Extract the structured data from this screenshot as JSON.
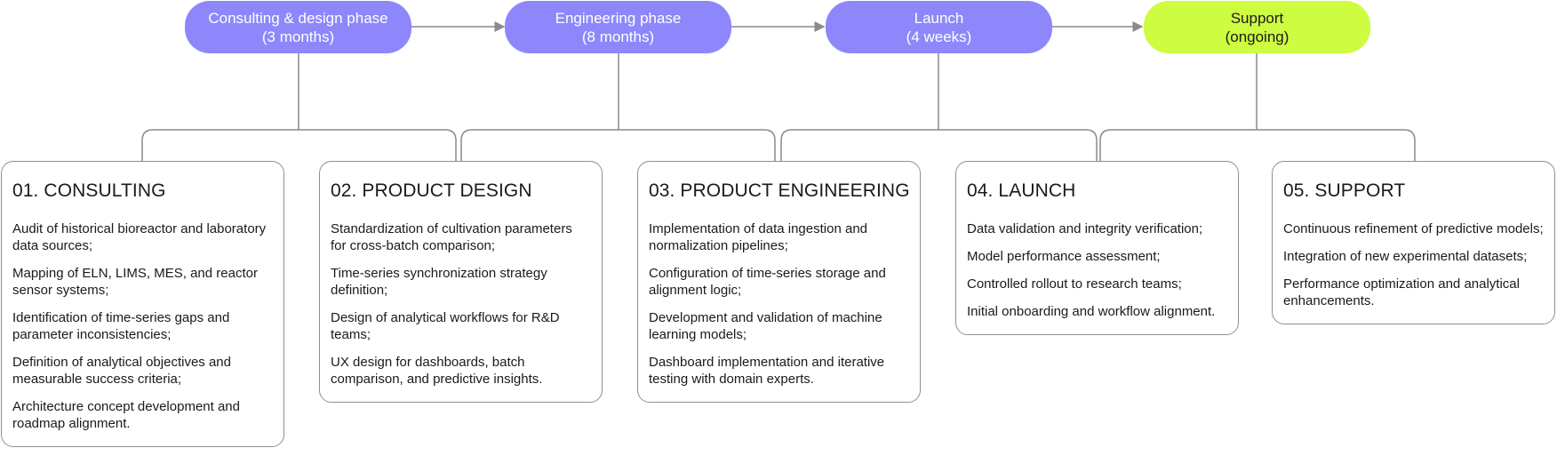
{
  "phases": [
    {
      "name": "Consulting & design phase",
      "duration": "(3 months)",
      "color": "#8d87fb"
    },
    {
      "name": "Engineering phase",
      "duration": "(8 months)",
      "color": "#8d87fb"
    },
    {
      "name": "Launch",
      "duration": "(4 weeks)",
      "color": "#8d87fb"
    },
    {
      "name": "Support",
      "duration": "(ongoing)",
      "color": "#cdfc41"
    }
  ],
  "cards": [
    {
      "title": "01. CONSULTING",
      "items": [
        "Audit of historical bioreactor and laboratory data sources;",
        "Mapping of ELN, LIMS, MES, and reactor sensor systems;",
        "Identification of time-series gaps and parameter inconsistencies;",
        "Definition of analytical objectives and measurable success criteria;",
        "Architecture concept development and roadmap alignment."
      ]
    },
    {
      "title": "02. PRODUCT DESIGN",
      "items": [
        "Standardization of cultivation parameters for cross-batch comparison;",
        "Time-series synchronization strategy definition;",
        "Design of analytical workflows for R&D teams;",
        "UX design for dashboards, batch comparison, and predictive insights."
      ]
    },
    {
      "title": "03. PRODUCT ENGINEERING",
      "items": [
        "Implementation of data ingestion and normalization pipelines;",
        "Configuration of time-series storage and alignment logic;",
        "Development and validation of machine learning models;",
        "Dashboard implementation and iterative testing with domain experts."
      ]
    },
    {
      "title": "04. LAUNCH",
      "items": [
        "Data validation and integrity verification;",
        "Model performance assessment;",
        "Controlled rollout to research teams;",
        "Initial onboarding and workflow alignment."
      ]
    },
    {
      "title": "05. SUPPORT",
      "items": [
        "Continuous refinement of predictive models;",
        "Integration of new experimental datasets;",
        "Performance optimization and analytical enhancements."
      ]
    }
  ]
}
